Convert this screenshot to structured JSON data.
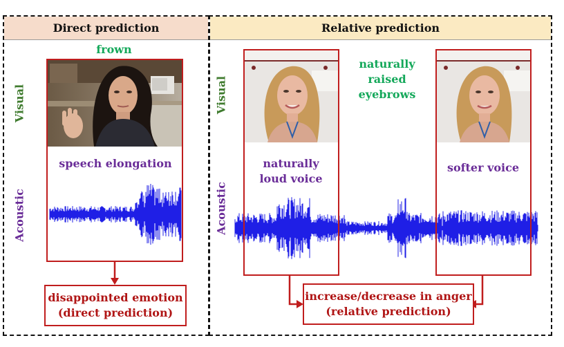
{
  "panels": {
    "left_title": "Direct prediction",
    "right_title": "Relative prediction"
  },
  "modalities": {
    "visual": "Visual",
    "acoustic": "Acoustic"
  },
  "left": {
    "visual_cue": "frown",
    "acoustic_cue": "speech elongation",
    "output_line1": "disappointed emotion",
    "output_line2": "(direct prediction)"
  },
  "right": {
    "visual_cue_line1": "naturally",
    "visual_cue_line2": "raised",
    "visual_cue_line3": "eyebrows",
    "acoustic_cue1_line1": "naturally",
    "acoustic_cue1_line2": "loud voice",
    "acoustic_cue2": "softer voice",
    "output_line1": "increase/decrease in anger",
    "output_line2": "(relative prediction)"
  },
  "colors": {
    "waveform": "#1f1fe6",
    "frame": "#c01d1d",
    "visual_label": "#3f7b2e",
    "acoustic_label": "#6a2d98"
  }
}
